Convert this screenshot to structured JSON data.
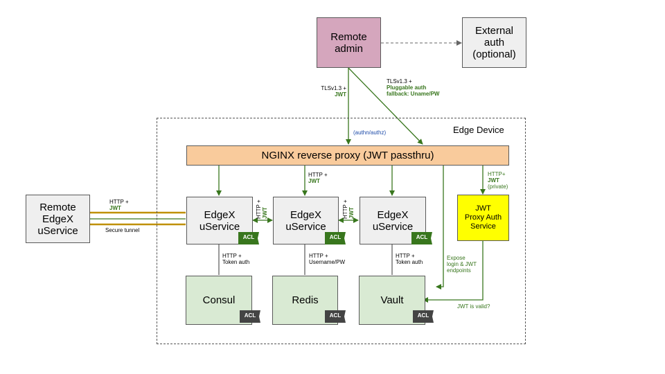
{
  "title": "Edge Device",
  "nodes": {
    "remote_admin": "Remote\nadmin",
    "external_auth": "External\nauth\n(optional)",
    "nginx": "NGINX reverse proxy (JWT passthru)",
    "remote_edgex": "Remote\nEdgeX\nuService",
    "edgex_1": "EdgeX\nuService",
    "edgex_2": "EdgeX\nuService",
    "edgex_3": "EdgeX\nuService",
    "jwt_proxy": "JWT\nProxy Auth\nService",
    "consul": "Consul",
    "redis": "Redis",
    "vault": "Vault"
  },
  "acl_label": "ACL",
  "labels": {
    "admin_to_nginx_1": "TLSv1.3 +",
    "admin_to_nginx_2": "JWT",
    "admin_to_proxy_1": "TLSv1.3 +",
    "admin_to_proxy_2": "Pluggable auth\nfallback: Uname/PW",
    "authn": "(authn/authz)",
    "remote_http": "HTTP +",
    "remote_jwt": "JWT",
    "secure_tunnel": "Secure tunnel",
    "nginx_edgex2_1": "HTTP +",
    "nginx_edgex2_2": "JWT",
    "nginx_proxy_1": "HTTP+",
    "nginx_proxy_2": "JWT",
    "nginx_proxy_3": "(private)",
    "h1_1": "HTTP +",
    "h1_2": "JWT",
    "h2_1": "HTTP +",
    "h2_2": "JWT",
    "consul_auth": "HTTP +\nToken auth",
    "redis_auth": "HTTP +\nUsername/PW",
    "vault_auth": "HTTP +\nToken auth",
    "expose": "Expose\nlogin & JWT\nendpoints",
    "jwt_valid": "JWT is valid?"
  },
  "colors": {
    "arrow": "#38761d",
    "tunnel": "#bf9000",
    "acl": "#38761d",
    "acl_dark": "#444444"
  }
}
